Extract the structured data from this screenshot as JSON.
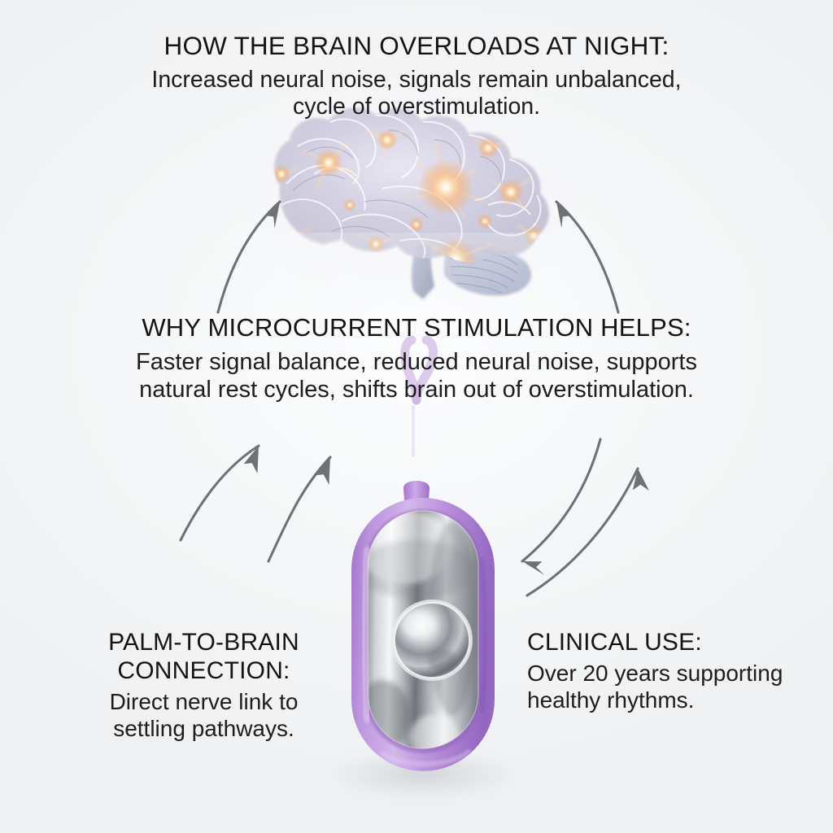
{
  "page": {
    "background_color": "#f2f4f6",
    "text_color": "#1a1a1a",
    "arrow_color": "#6e7176",
    "device_color": "#b58ad9",
    "metal_color": "#c8ccd0",
    "brain_glow_color": "#ffb36b"
  },
  "sections": {
    "overload": {
      "heading": "HOW THE BRAIN OVERLOADS AT NIGHT:",
      "body_lines": [
        "Increased neural noise, signals remain unbalanced,",
        "cycle of overstimulation."
      ]
    },
    "microcurrent": {
      "heading": "WHY MICROCURRENT STIMULATION HELPS:",
      "body_lines": [
        "Faster signal balance, reduced neural noise, supports",
        "natural rest cycles, shifts brain out of overstimulation."
      ]
    },
    "palm": {
      "heading_lines": [
        "PALM-TO-BRAIN",
        "CONNECTION:"
      ],
      "body_lines": [
        "Direct nerve link to",
        "settling pathways."
      ]
    },
    "clinical": {
      "heading": "CLINICAL USE:",
      "body_lines": [
        "Over 20 years supporting",
        "healthy rhythms."
      ]
    }
  },
  "graphics": {
    "brain_label": "glowing neural brain illustration",
    "device_label": "lavender microcurrent handheld device",
    "cord_label": "lavender forked cord",
    "arrows": [
      {
        "name": "arrow-device-to-brain-left",
        "direction": "up-right"
      },
      {
        "name": "arrow-device-to-brain-right",
        "direction": "up-left"
      },
      {
        "name": "arrow-palm-outer",
        "direction": "up-left"
      },
      {
        "name": "arrow-palm-inner",
        "direction": "up-left"
      },
      {
        "name": "arrow-clinical-inward",
        "direction": "down-left"
      },
      {
        "name": "arrow-clinical-outward",
        "direction": "up-right"
      }
    ]
  }
}
